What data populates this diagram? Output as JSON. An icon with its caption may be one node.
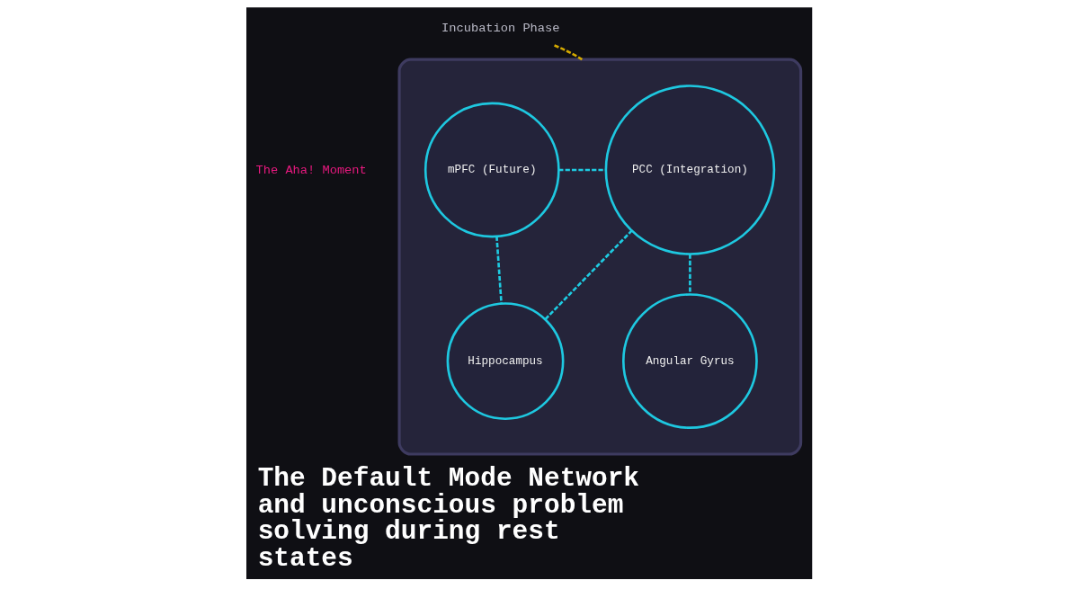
{
  "diagram": {
    "title": "The Default Mode Network and unconscious problem solving during rest states",
    "nodes": [
      {
        "text": [
          "Incubation Phase"
        ]
      },
      {
        "text": [],
        "shape": "blob"
      },
      {
        "text": [
          "mPFC (Future)"
        ],
        "in": 1
      },
      {
        "text": [
          "PCC (Integration)"
        ],
        "in": 1
      },
      {
        "text": [
          "Hippocampus"
        ],
        "in": 1
      },
      {
        "text": [
          "Angular Gyrus"
        ],
        "in": 1
      }
    ],
    "edges": [
      {
        "from": 0,
        "to": 1,
        "arrow": "none",
        "style": "dashed",
        "color": "#d4a900"
      },
      {
        "from": 2,
        "to": 3,
        "arrow": "none",
        "style": "dashed"
      },
      {
        "from": 2,
        "to": 4,
        "arrow": "none",
        "style": "dashed"
      },
      {
        "from": 4,
        "to": 3,
        "arrow": "none",
        "style": "dashed"
      },
      {
        "from": 3,
        "to": 5,
        "arrow": "none",
        "style": "dashed"
      }
    ],
    "labels": [
      "The Aha! Moment"
    ]
  }
}
